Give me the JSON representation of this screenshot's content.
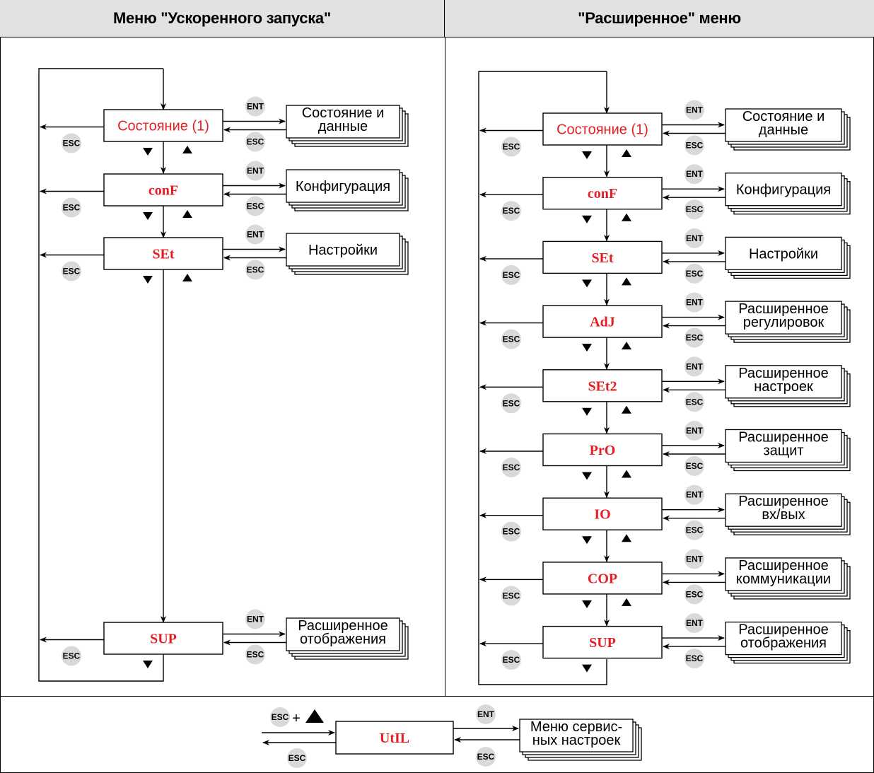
{
  "headers": {
    "left": "Меню \"Ускоренного запуска\"",
    "right": "\"Расширенное\" меню"
  },
  "keys": {
    "ent": "ENT",
    "esc": "ESC",
    "plus": "+"
  },
  "left_menu": [
    {
      "id": "state",
      "label": "Состояние (1)",
      "target": [
        "Состояние и",
        "данные"
      ]
    },
    {
      "id": "conf",
      "label": "conF",
      "target": [
        "Конфигурация"
      ]
    },
    {
      "id": "set",
      "label": "SEt",
      "target": [
        "Настройки"
      ]
    },
    {
      "id": "sup",
      "label": "SUP",
      "target": [
        "Расширенное",
        "отображения"
      ]
    }
  ],
  "right_menu": [
    {
      "id": "state",
      "label": "Состояние (1)",
      "target": [
        "Состояние и",
        "данные"
      ]
    },
    {
      "id": "conf",
      "label": "conF",
      "target": [
        "Конфигурация"
      ]
    },
    {
      "id": "set",
      "label": "SEt",
      "target": [
        "Настройки"
      ]
    },
    {
      "id": "adj",
      "label": "AdJ",
      "target": [
        "Расширенное",
        "регулировок"
      ]
    },
    {
      "id": "set2",
      "label": "SEt2",
      "target": [
        "Расширенное",
        "настроек"
      ]
    },
    {
      "id": "pro",
      "label": "PrO",
      "target": [
        "Расширенное",
        "защит"
      ]
    },
    {
      "id": "io",
      "label": "IO",
      "target": [
        "Расширенное",
        "вх/вых"
      ]
    },
    {
      "id": "cop",
      "label": "COP",
      "target": [
        "Расширенное",
        "коммуникации"
      ]
    },
    {
      "id": "sup",
      "label": "SUP",
      "target": [
        "Расширенное",
        "отображения"
      ]
    }
  ],
  "util": {
    "label": "UtIL",
    "target": [
      "Меню сервис-",
      "ных настроек"
    ]
  },
  "colors": {
    "menu_code": "#e31e24",
    "header_bg": "#e2e2e2",
    "key_bg": "#d9d9d9"
  }
}
